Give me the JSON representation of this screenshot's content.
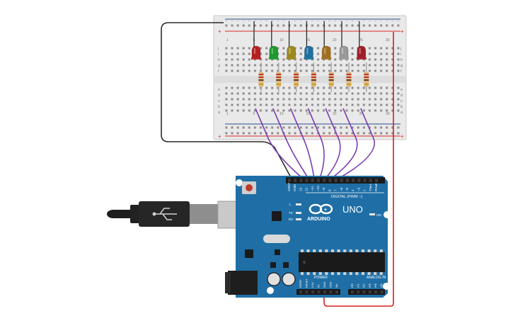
{
  "colors": {
    "board_blue": "#1f6fa6",
    "board_dark": "#174f78",
    "breadboard": "#e9e9e9",
    "rail_red": "#d62b2b",
    "rail_blue": "#2a4f8a",
    "wire_purple": "#7b3fb0",
    "wire_black": "#2b2b2b",
    "wire_red": "#d42020",
    "resistor_body": "#d9b98a"
  },
  "leds": [
    {
      "color_name": "red",
      "color": "#b81e1e"
    },
    {
      "color_name": "green",
      "color": "#1e9a2e"
    },
    {
      "color_name": "olive",
      "color": "#9c8a1e"
    },
    {
      "color_name": "blue",
      "color": "#1f6fa0"
    },
    {
      "color_name": "brown",
      "color": "#a0701e"
    },
    {
      "color_name": "gray",
      "color": "#9a9a9a"
    },
    {
      "color_name": "dark-red",
      "color": "#a01e28"
    }
  ],
  "breadboard": {
    "rail_plus": "+",
    "rail_minus": "-",
    "row_letters_top": [
      "j",
      "i",
      "h",
      "g",
      "f"
    ],
    "row_letters_bottom": [
      "e",
      "d",
      "c",
      "b",
      "a"
    ],
    "column_numbers": [
      "1",
      "5",
      "10",
      "15",
      "20",
      "25",
      "30"
    ]
  },
  "arduino": {
    "brand": "ARDUINO",
    "model": "UNO",
    "digital_label": "DIGITAL (PWM ~)",
    "digital_pins": [
      "AREF",
      "GND",
      "13",
      "12",
      "~11",
      "~10",
      "~9",
      "8",
      "7",
      "~6",
      "~5",
      "4",
      "~3",
      "2",
      "TX▸1",
      "RX◂0"
    ],
    "power_label": "POWER",
    "power_pins": [
      "IOREF",
      "RESET",
      "3.3V",
      "5V",
      "GND",
      "GND",
      "Vin"
    ],
    "analog_label": "ANALOG IN",
    "analog_pins": [
      "A0",
      "A1",
      "A2",
      "A3",
      "A4",
      "A5"
    ],
    "led_l": "L",
    "led_tx": "TX",
    "led_rx": "RX",
    "led_on": "ON"
  }
}
